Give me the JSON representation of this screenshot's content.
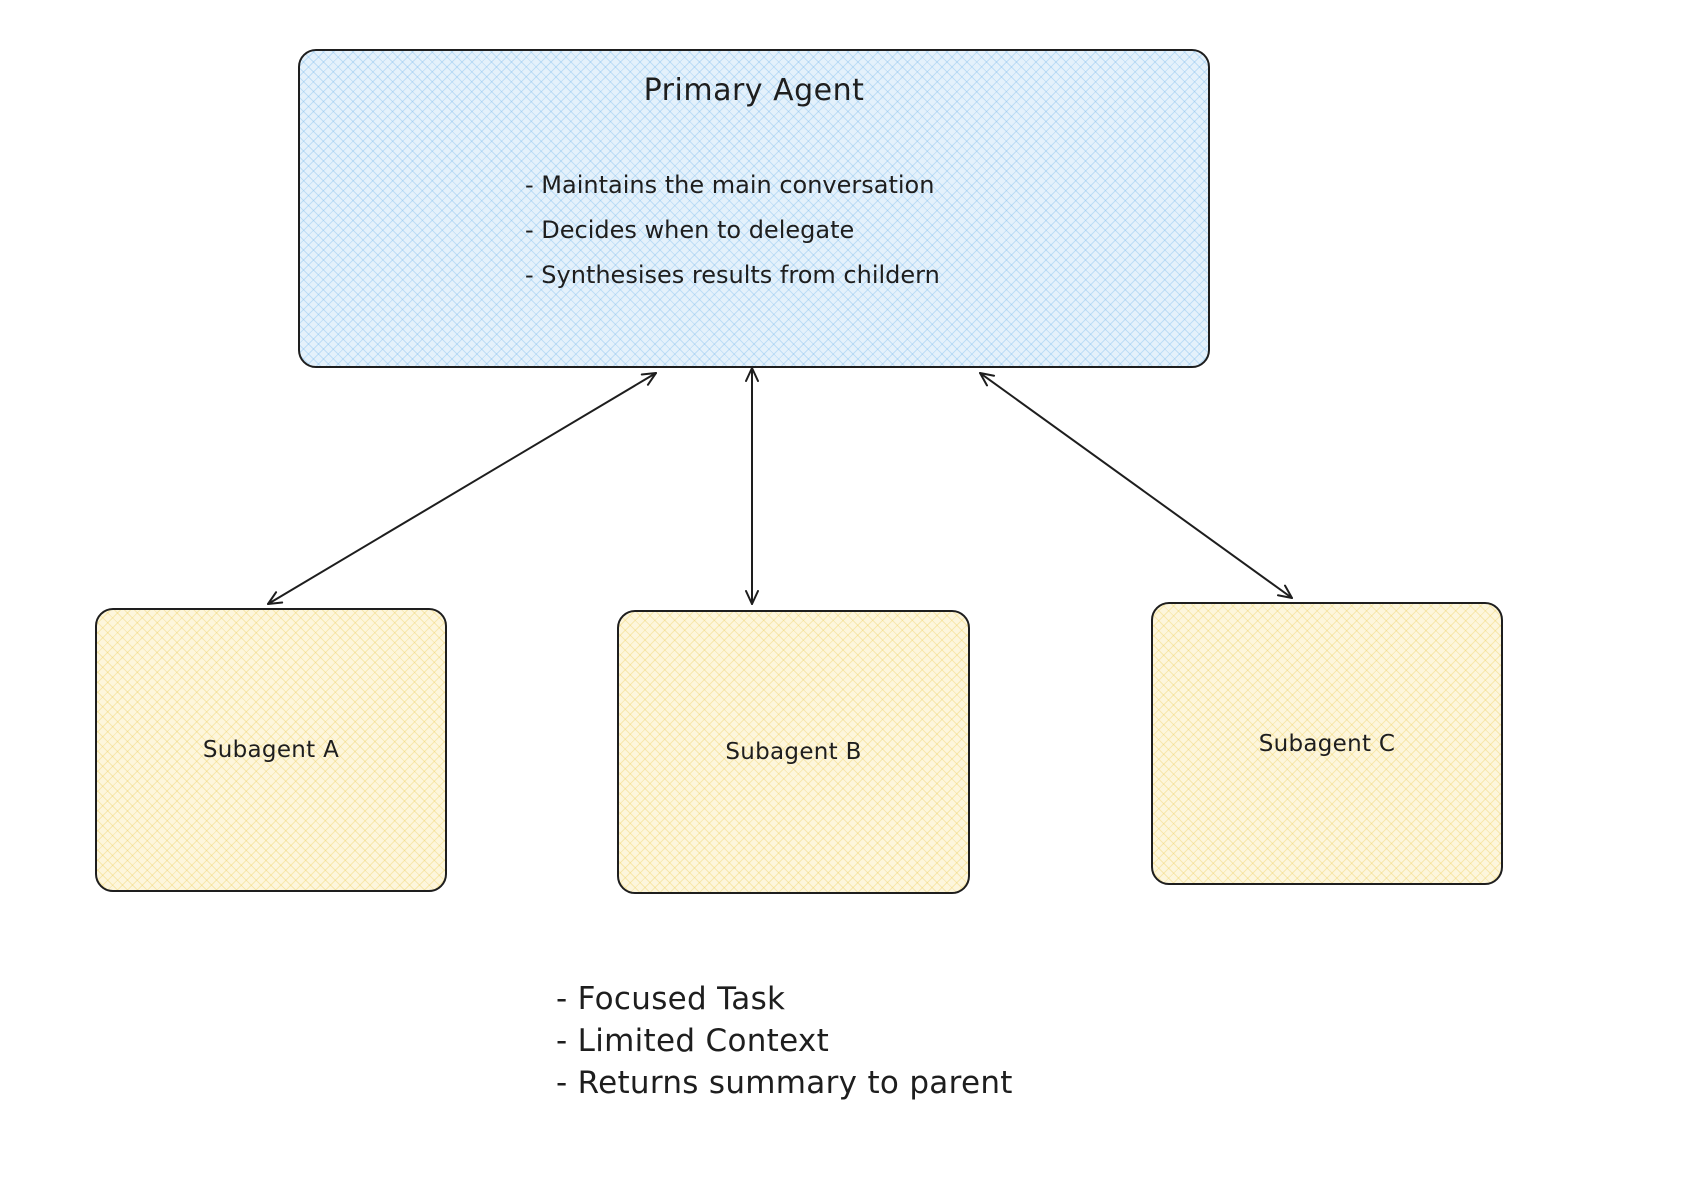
{
  "primary_agent": {
    "title": "Primary Agent",
    "bullets": [
      "- Maintains the main conversation",
      "- Decides when to delegate",
      "- Synthesises results from childern"
    ],
    "fill_color": "#e4f1fb",
    "hatch_color": "#78b9eb"
  },
  "subagents": [
    {
      "label": "Subagent A"
    },
    {
      "label": "Subagent B"
    },
    {
      "label": "Subagent C"
    }
  ],
  "subagent_style": {
    "fill_color": "#fdf6dc",
    "hatch_color": "#eccd5a"
  },
  "notes": [
    "- Focused Task",
    "- Limited Context",
    "- Returns summary to parent"
  ],
  "connectors": [
    {
      "from": "Primary Agent",
      "to": "Subagent A",
      "bidirectional": true
    },
    {
      "from": "Primary Agent",
      "to": "Subagent B",
      "bidirectional": true
    },
    {
      "from": "Primary Agent",
      "to": "Subagent C",
      "bidirectional": true
    }
  ],
  "stroke_color": "#1e1e1e"
}
